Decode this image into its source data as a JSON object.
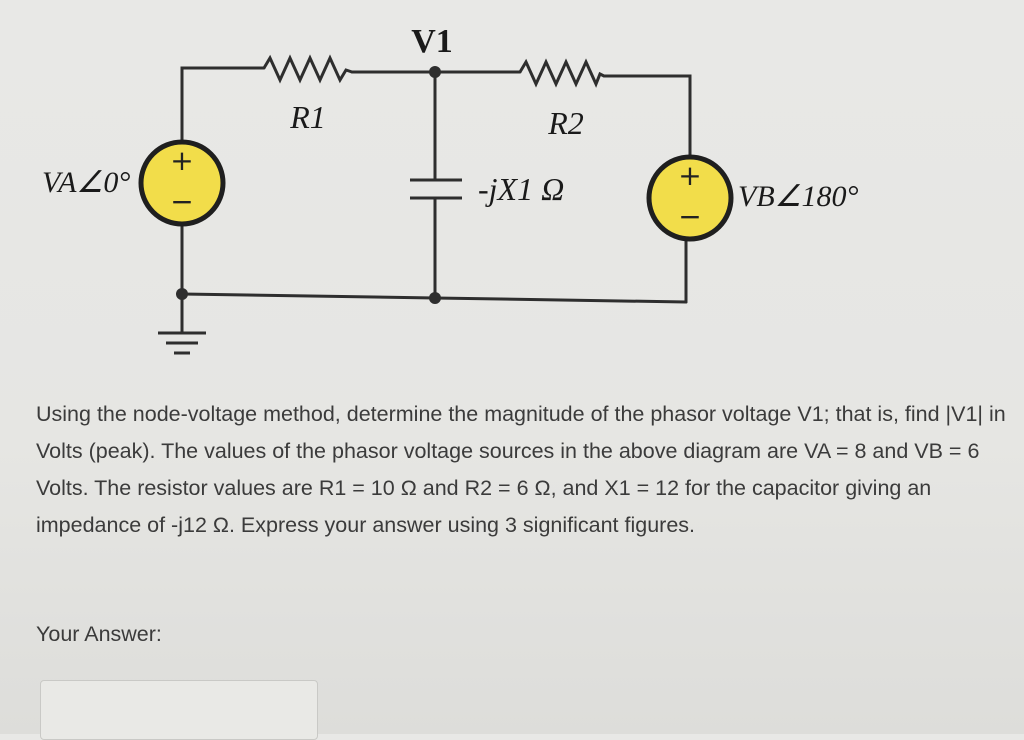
{
  "circuit": {
    "node_label": "V1",
    "r1_label": "R1",
    "r2_label": "R2",
    "cap_label": "-jX1 Ω",
    "source_a_label": "VA∠0°",
    "source_b_label": "VB∠180°",
    "plus_sign": "+",
    "minus_sign": "−"
  },
  "question": {
    "text": "Using the node-voltage method, determine the magnitude of the phasor voltage V1; that is, find |V1| in Volts (peak). The values of the phasor voltage sources in the above diagram are VA = 8 and VB = 6 Volts. The resistor values are R1 = 10 Ω and R2 = 6 Ω, and X1 = 12 for the capacitor giving an impedance of -j12 Ω. Express your answer using 3 significant figures."
  },
  "answer": {
    "label": "Your Answer:",
    "value": ""
  },
  "colors": {
    "wire": "#2e2e2e",
    "source_fill": "#f2dd4a",
    "text": "#3b3b3b"
  }
}
